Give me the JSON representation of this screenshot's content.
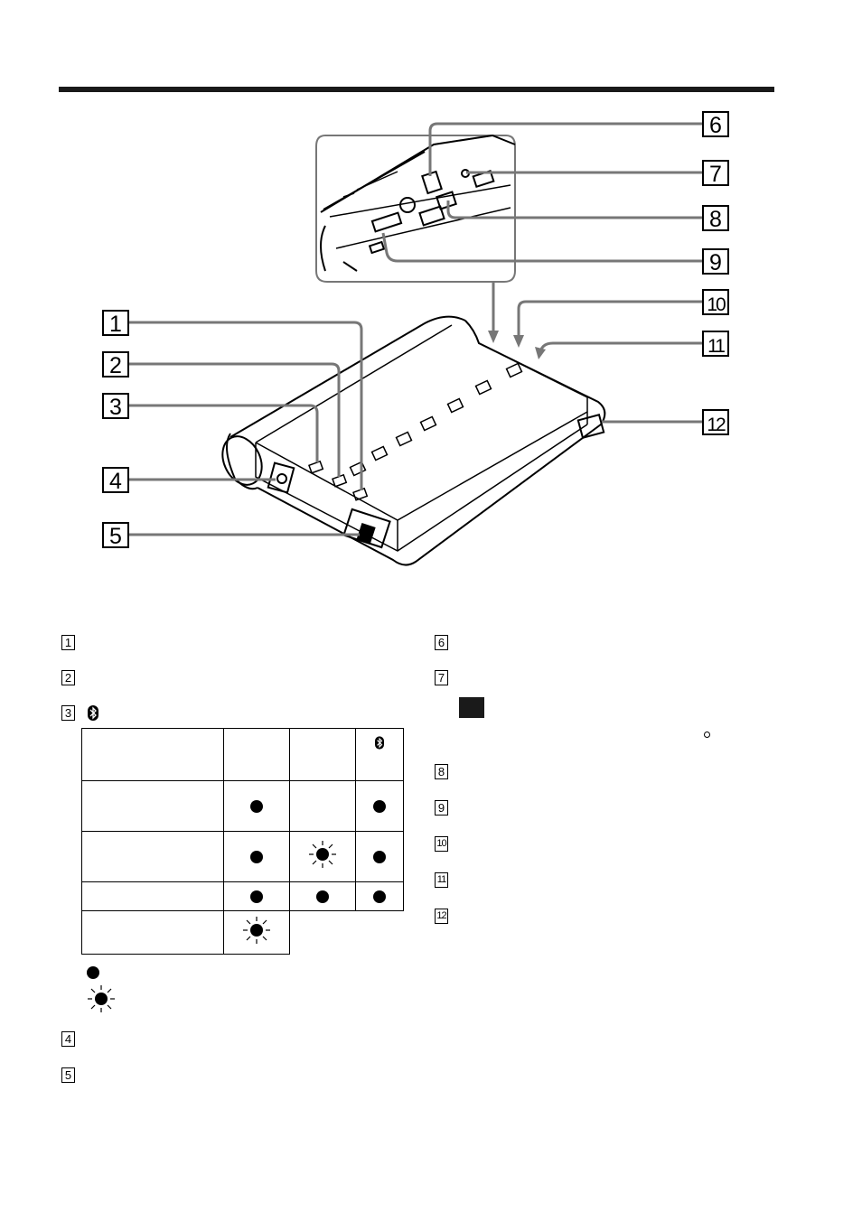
{
  "callouts": [
    "1",
    "2",
    "3",
    "4",
    "5",
    "6",
    "7",
    "8",
    "9",
    "10",
    "11",
    "12"
  ],
  "left_list": [
    "1",
    "2",
    "3"
  ],
  "left_list_bottom": [
    "4",
    "5"
  ],
  "right_list": [
    "6",
    "7"
  ],
  "right_list_bottom": [
    "8",
    "9",
    "10",
    "11",
    "12"
  ],
  "led_table": {
    "rows": [
      [
        "",
        "",
        "",
        "bluetooth-icon"
      ],
      [
        "",
        "on",
        "",
        "on"
      ],
      [
        "",
        "on",
        "blink",
        "on"
      ],
      [
        "",
        "on",
        "on",
        "on"
      ],
      [
        "",
        "blink"
      ]
    ]
  },
  "legend": [
    "on",
    "blink"
  ],
  "icons": {
    "bluetooth": "bluetooth-icon",
    "led_on": "filled-circle-icon",
    "led_blink": "blinking-circle-icon"
  }
}
